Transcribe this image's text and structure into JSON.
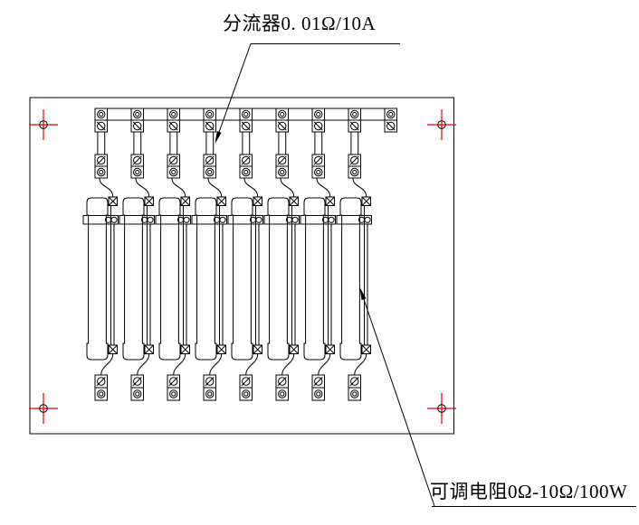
{
  "diagram": {
    "type": "electrical-panel-assembly-drawing",
    "annotations": {
      "shunt": {
        "text": "分流器0. 01Ω/10A",
        "points_to": "shunt-assembly-4"
      },
      "rheostat": {
        "text": "可调电阻0Ω-10Ω/100W",
        "points_to": "adjustable-resistor-8"
      }
    },
    "components": {
      "top_terminal_columns": 9,
      "shunt_assemblies": 8,
      "adjustable_resistors": 8,
      "bottom_terminal_blocks": 8,
      "mounting_holes": 4
    },
    "symbols": {
      "eyelet_terminal": "double-circle",
      "screw_terminal": "circle-with-slash",
      "wire_lug": "square-with-x"
    },
    "colors": {
      "line": "#000000",
      "mounting_hole_crosshair": "#e60000",
      "background": "#ffffff"
    }
  }
}
